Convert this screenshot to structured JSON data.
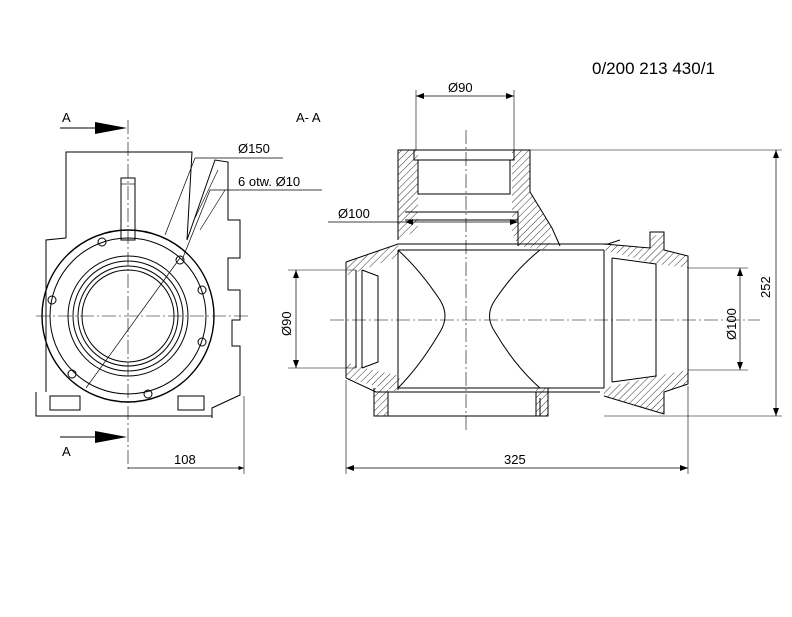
{
  "drawing": {
    "part_number": "0/200 213 430/1",
    "section_label": "A- A",
    "section_mark_top": "A",
    "section_mark_bottom": "A",
    "dimensions": {
      "flange_diameter": "Ø150",
      "holes": "6 otw. Ø10",
      "width": "108",
      "top_diameter": "Ø90",
      "inner_diameter": "Ø100",
      "left_diameter": "Ø90",
      "right_diameter": "Ø100",
      "length": "325",
      "height": "252"
    }
  }
}
